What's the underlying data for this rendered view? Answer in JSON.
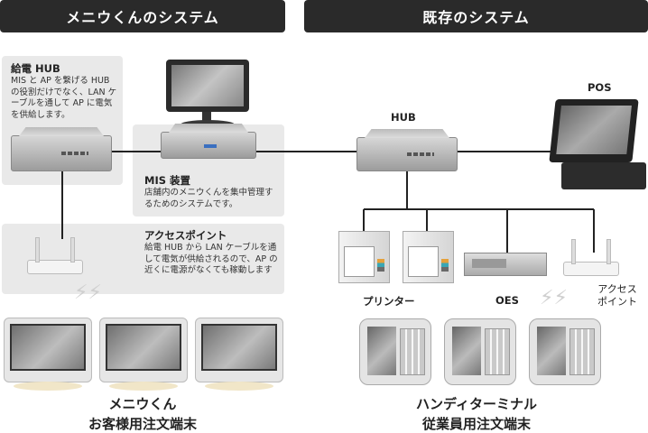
{
  "headers": {
    "left": "メニウくんのシステム",
    "right": "既存のシステム"
  },
  "poe_hub": {
    "title": "給電 HUB",
    "desc": "MIS と AP を繋げる HUB の役割だけでなく、LAN ケーブルを通して AP に電気を供給します。"
  },
  "mis": {
    "title": "MIS 装置",
    "desc": "店舗内のメニウくんを集中管理するためのシステムです。"
  },
  "access_point": {
    "title": "アクセスポイント",
    "desc": "給電 HUB から LAN ケーブルを通して電気が供給されるので、AP の近くに電源がなくても稼動します"
  },
  "existing": {
    "hub": "HUB",
    "pos": "POS",
    "printer": "プリンター",
    "oes": "OES",
    "ap_line1": "アクセス",
    "ap_line2": "ポイント"
  },
  "bottom": {
    "left_line1": "メニウくん",
    "left_line2": "お客様用注文端末",
    "right_line1": "ハンディターミナル",
    "right_line2": "従業員用注文端末"
  }
}
